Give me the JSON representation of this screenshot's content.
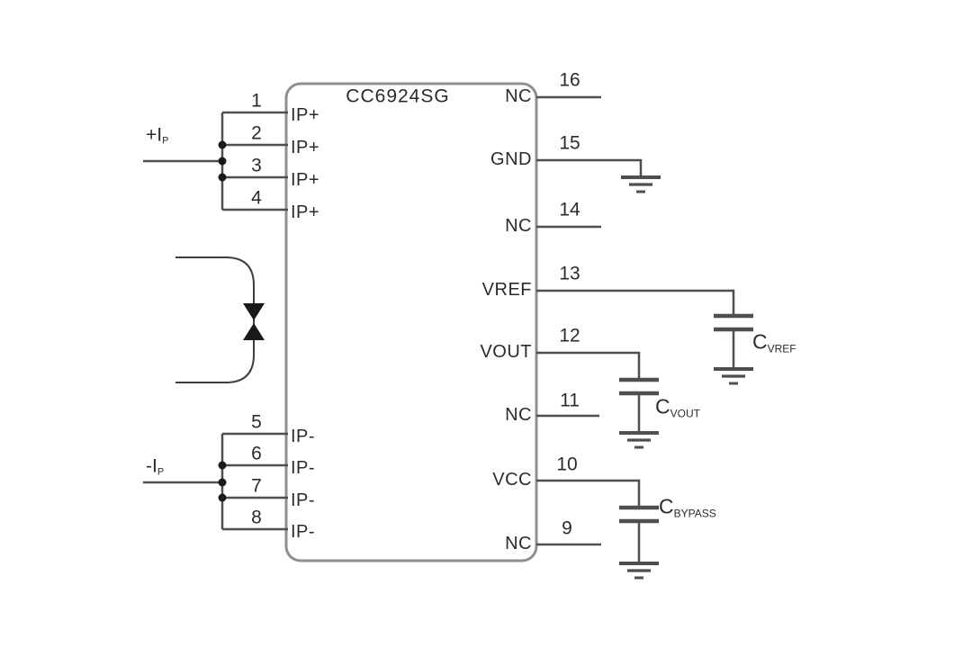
{
  "chip": {
    "title": "CC6924SG"
  },
  "pins": {
    "left": [
      {
        "number": "1",
        "name": "IP+"
      },
      {
        "number": "2",
        "name": "IP+"
      },
      {
        "number": "3",
        "name": "IP+"
      },
      {
        "number": "4",
        "name": "IP+"
      },
      {
        "number": "5",
        "name": "IP-"
      },
      {
        "number": "6",
        "name": "IP-"
      },
      {
        "number": "7",
        "name": "IP-"
      },
      {
        "number": "8",
        "name": "IP-"
      }
    ],
    "right": [
      {
        "number": "16",
        "name": "NC"
      },
      {
        "number": "15",
        "name": "GND"
      },
      {
        "number": "14",
        "name": "NC"
      },
      {
        "number": "13",
        "name": "VREF"
      },
      {
        "number": "12",
        "name": "VOUT"
      },
      {
        "number": "11",
        "name": "NC"
      },
      {
        "number": "10",
        "name": "VCC"
      },
      {
        "number": "9",
        "name": "NC"
      }
    ]
  },
  "inputs": {
    "positive": {
      "main": "+I",
      "sub": "P"
    },
    "negative": {
      "main": "-I",
      "sub": "P"
    }
  },
  "capacitors": [
    {
      "main": "C",
      "sub": "VREF"
    },
    {
      "main": "C",
      "sub": "VOUT"
    },
    {
      "main": "C",
      "sub": "BYPASS"
    }
  ],
  "colors": {
    "background": "#ffffff",
    "wire": "#4f4f4f",
    "chip_border": "#8f8f8f",
    "text": "#2b2b2b",
    "fill": "#1a1a1a"
  }
}
